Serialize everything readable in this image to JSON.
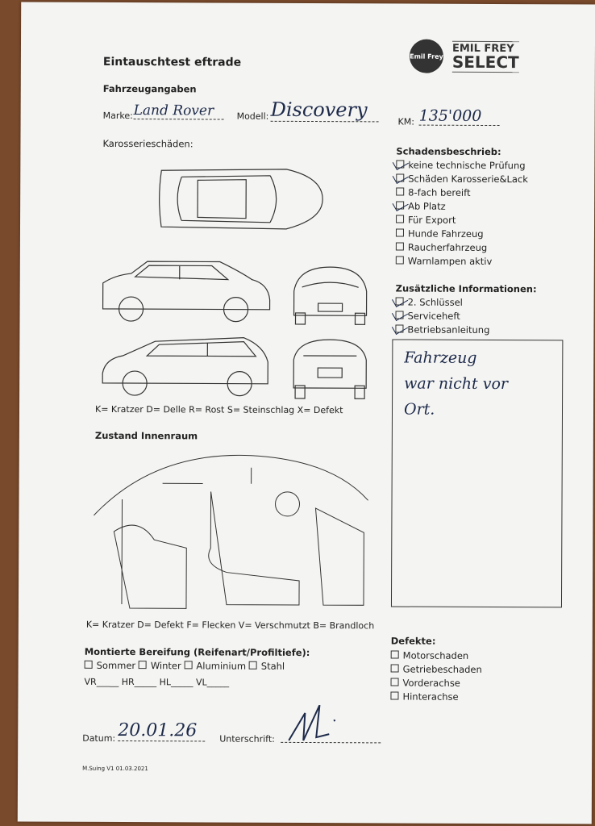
{
  "logo": {
    "emblem": "Emil Frey",
    "line1": "EMIL FREY",
    "line2": "SELECT"
  },
  "title": "Eintauschtest eftrade",
  "vehicle": {
    "heading": "Fahrzeugangaben",
    "brand_label": "Marke:",
    "brand_value": "Land Rover",
    "model_label": "Modell:",
    "model_value": "Discovery",
    "km_label": "KM:",
    "km_value": "135'000"
  },
  "body_damage": {
    "heading": "Karosserieschäden:",
    "legend": "K= Kratzer D= Delle R= Rost S= Steinschlag X= Defekt"
  },
  "damage_description": {
    "heading": "Schadensbeschrieb:",
    "items": [
      {
        "label": "keine technische Prüfung",
        "checked": true
      },
      {
        "label": "Schäden Karosserie&Lack",
        "checked": true
      },
      {
        "label": "8-fach bereift",
        "checked": false
      },
      {
        "label": "Ab Platz",
        "checked": true
      },
      {
        "label": "Für Export",
        "checked": false
      },
      {
        "label": "Hunde Fahrzeug",
        "checked": false
      },
      {
        "label": "Raucherfahrzeug",
        "checked": false
      },
      {
        "label": "Warnlampen aktiv",
        "checked": false
      }
    ]
  },
  "additional_info": {
    "heading": "Zusätzliche Informationen:",
    "items": [
      {
        "label": "2. Schlüssel",
        "checked": true
      },
      {
        "label": "Serviceheft",
        "checked": true
      },
      {
        "label": "Betriebsanleitung",
        "checked": true
      }
    ],
    "note_lines": [
      "Fahrzeug",
      "war nicht vor",
      "Ort."
    ]
  },
  "interior": {
    "heading": "Zustand Innenraum",
    "legend": "K= Kratzer D= Defekt F= Flecken V= Verschmutzt B= Brandloch"
  },
  "tires": {
    "heading": "Montierte Bereifung (Reifenart/Profiltiefe):",
    "options": [
      "Sommer",
      "Winter",
      "Aluminium",
      "Stahl"
    ],
    "positions": "VR_____ HR_____ HL_____ VL_____"
  },
  "defects": {
    "heading": "Defekte:",
    "items": [
      "Motorschaden",
      "Getriebeschaden",
      "Vorderachse",
      "Hinterachse"
    ]
  },
  "footer": {
    "date_label": "Datum:",
    "date_value": "20.01.26",
    "signature_label": "Unterschrift:",
    "version": "M.Suing V1 01.03.2021"
  }
}
